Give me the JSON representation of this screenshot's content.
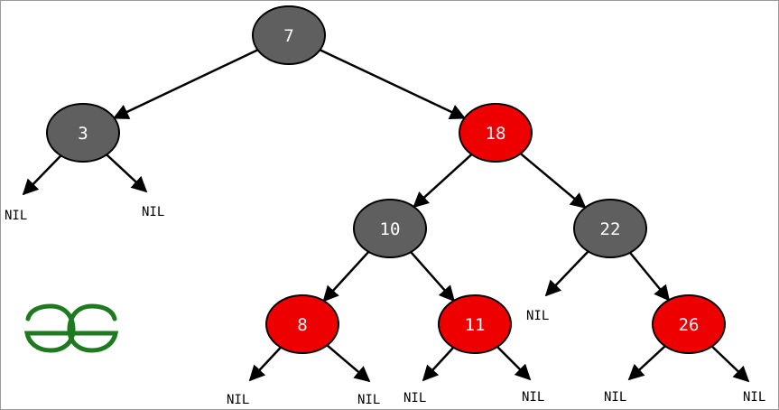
{
  "tree": {
    "nodes": [
      {
        "id": "n7",
        "key": "7",
        "color": "black"
      },
      {
        "id": "n3",
        "key": "3",
        "color": "black"
      },
      {
        "id": "n18",
        "key": "18",
        "color": "red"
      },
      {
        "id": "n10",
        "key": "10",
        "color": "black"
      },
      {
        "id": "n22",
        "key": "22",
        "color": "black"
      },
      {
        "id": "n8",
        "key": "8",
        "color": "red"
      },
      {
        "id": "n11",
        "key": "11",
        "color": "red"
      },
      {
        "id": "n26",
        "key": "26",
        "color": "red"
      }
    ],
    "nil_label": "NIL",
    "edges": [
      [
        "n7",
        "n3"
      ],
      [
        "n7",
        "n18"
      ],
      [
        "n3",
        "nil-3-left"
      ],
      [
        "n3",
        "nil-3-right"
      ],
      [
        "n18",
        "n10"
      ],
      [
        "n18",
        "n22"
      ],
      [
        "n10",
        "n8"
      ],
      [
        "n10",
        "n11"
      ],
      [
        "n22",
        "nil-22-left"
      ],
      [
        "n22",
        "n26"
      ],
      [
        "n8",
        "nil-8-left"
      ],
      [
        "n8",
        "nil-8-right"
      ],
      [
        "n11",
        "nil-11-left"
      ],
      [
        "n11",
        "nil-11-right"
      ],
      [
        "n26",
        "nil-26-left"
      ],
      [
        "n26",
        "nil-26-right"
      ]
    ]
  },
  "colors": {
    "black_node": "#5f5f5f",
    "red_node": "#ee0000",
    "node_stroke": "#000000",
    "edge": "#000000",
    "logo": "#1e7a1e"
  },
  "logo": {
    "text": "GG",
    "icon": "geeksforgeeks-logo"
  }
}
